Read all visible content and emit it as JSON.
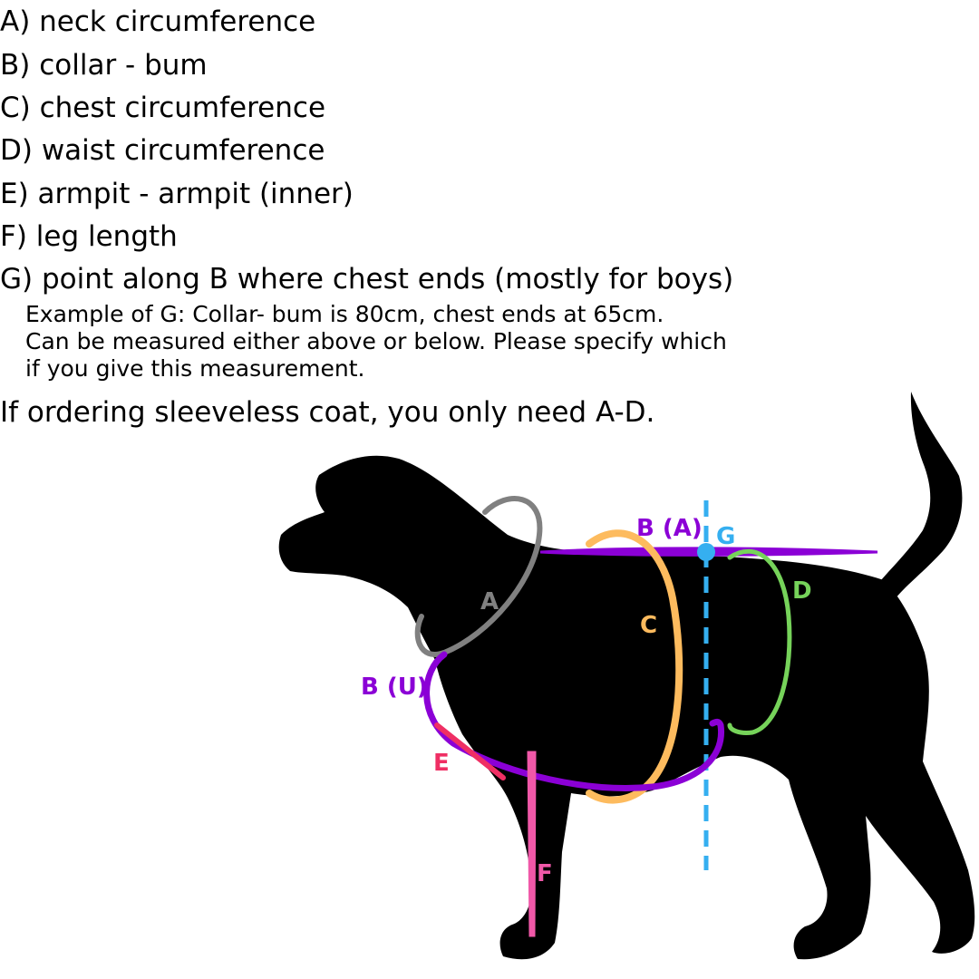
{
  "legend": {
    "items": [
      "A) neck circumference",
      "B) collar - bum",
      "C) chest circumference",
      "D) waist circumference",
      "E) armpit - armpit (inner)",
      "F) leg length",
      "G) point along B where chest ends (mostly for boys)"
    ],
    "note_lines": [
      "Example of G: Collar- bum is 80cm, chest ends at 65cm.",
      "Can be measured either above or below. Please specify which",
      "if you give this measurement."
    ],
    "footer": "If ordering sleeveless coat, you only need A-D."
  },
  "diagram": {
    "labels": {
      "a": "A",
      "b_above": "B (A)",
      "b_under": "B (U)",
      "c": "C",
      "d": "D",
      "e": "E",
      "f": "F",
      "g": "G"
    },
    "colors": {
      "silhouette": "#000000",
      "a": "#808080",
      "b": "#8b00d6",
      "c": "#fdbb5e",
      "d": "#76d35a",
      "e": "#ef2f64",
      "f": "#f058a8",
      "g": "#35aff0"
    }
  }
}
